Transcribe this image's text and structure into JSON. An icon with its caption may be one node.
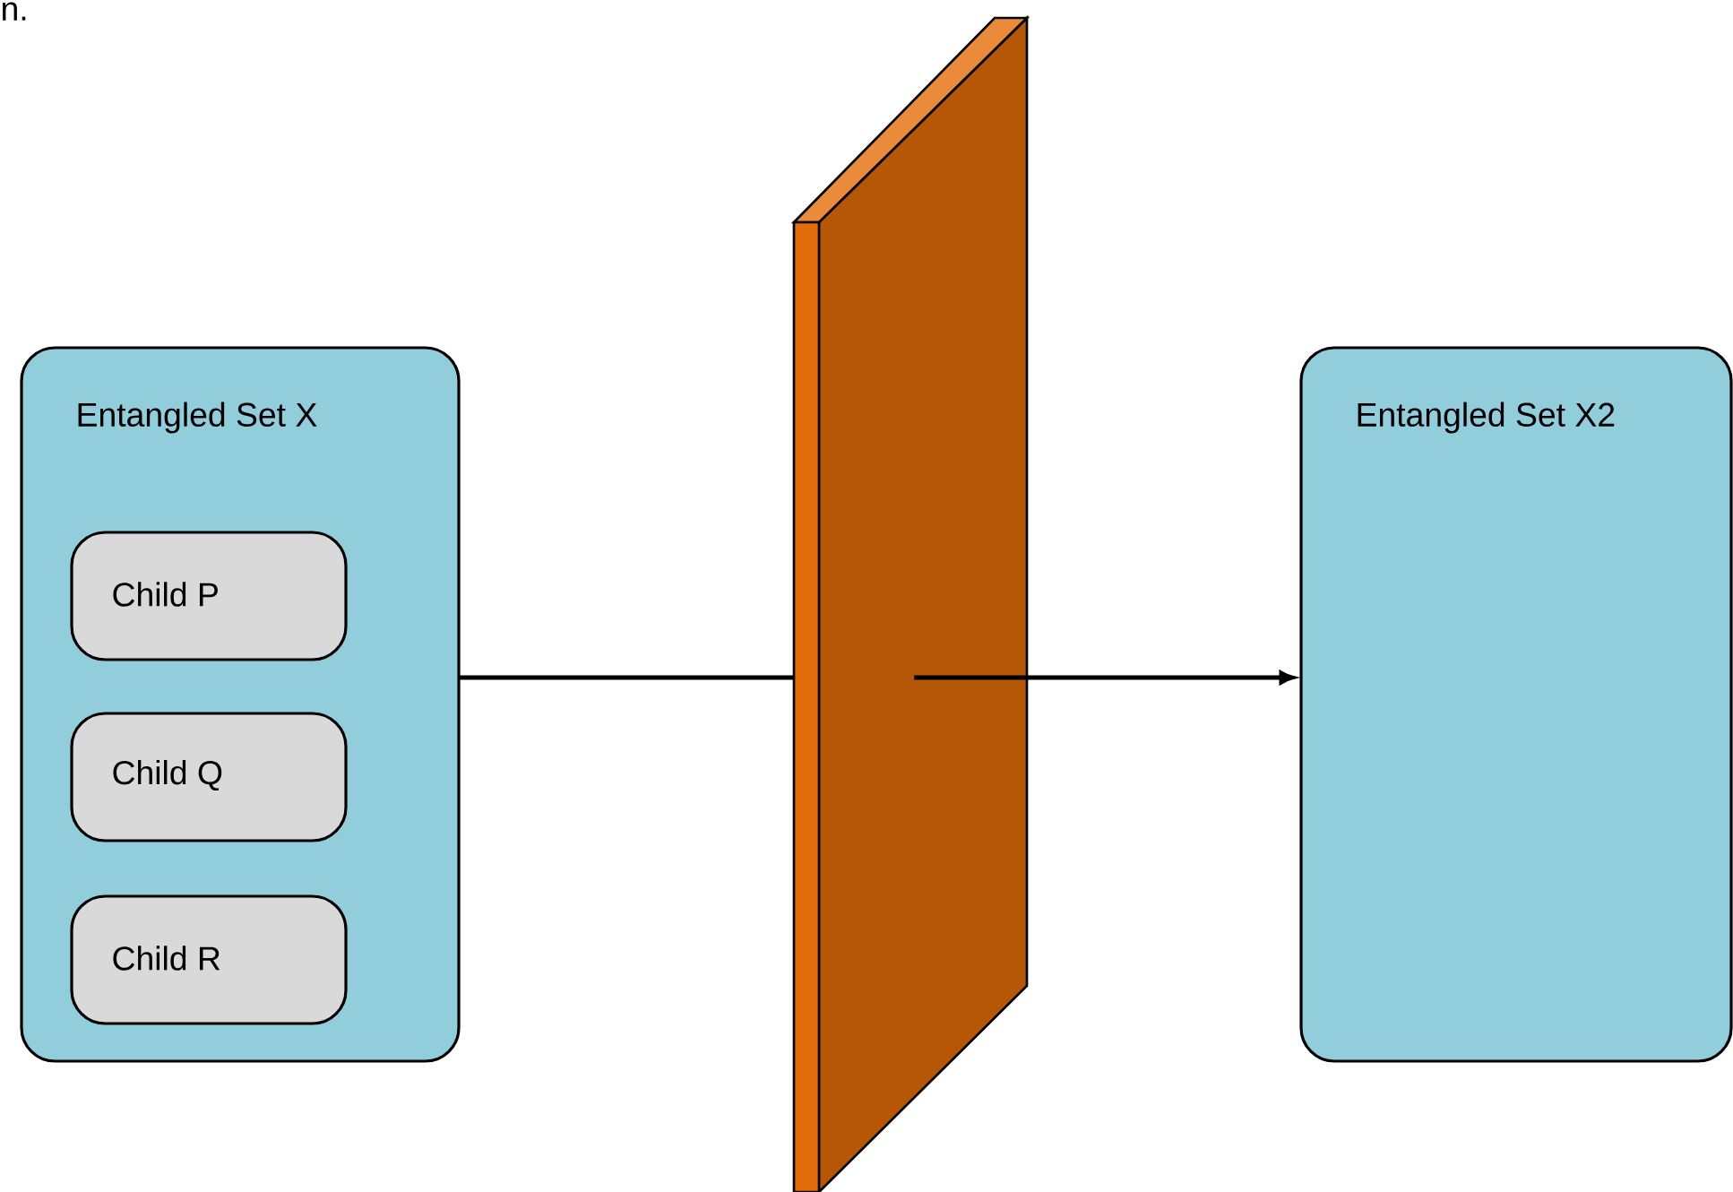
{
  "diagram": {
    "nodes": [
      {
        "text": [
          "Entangled Set X"
        ]
      },
      {
        "text": [
          "Child P"
        ],
        "in": 0
      },
      {
        "text": [
          "Child Q"
        ],
        "in": 0
      },
      {
        "text": [
          "Child R"
        ],
        "in": 0
      },
      {
        "text": [],
        "shape": "panel"
      },
      {
        "text": [
          "Entangled Set X2"
        ]
      }
    ],
    "edges": [
      {
        "from": 0,
        "to": 4,
        "arrow": "none"
      },
      {
        "from": 4,
        "to": 5,
        "arrow": "to"
      }
    ],
    "labels": [
      "n."
    ]
  }
}
